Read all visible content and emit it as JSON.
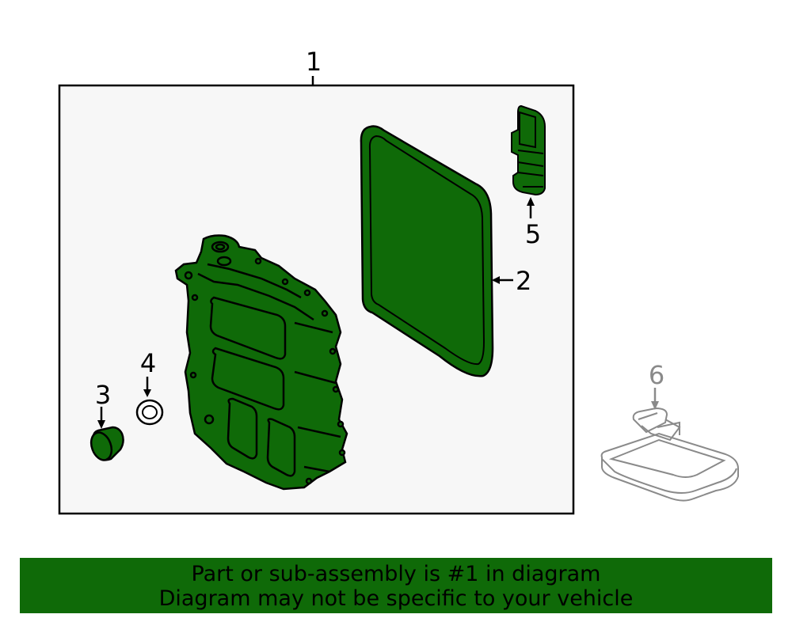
{
  "callouts": {
    "c1": "1",
    "c2": "2",
    "c3": "3",
    "c4": "4",
    "c5": "5",
    "c6": "6"
  },
  "banner": {
    "line1": "Part or sub-assembly is #1 in diagram",
    "line2": "Diagram may not be specific to your vehicle"
  },
  "colors": {
    "part_fill": "#0f6a08",
    "banner_bg": "#0f6a08",
    "box_bg": "#f7f7f7",
    "unrelated_part": "#8a8a8a"
  }
}
